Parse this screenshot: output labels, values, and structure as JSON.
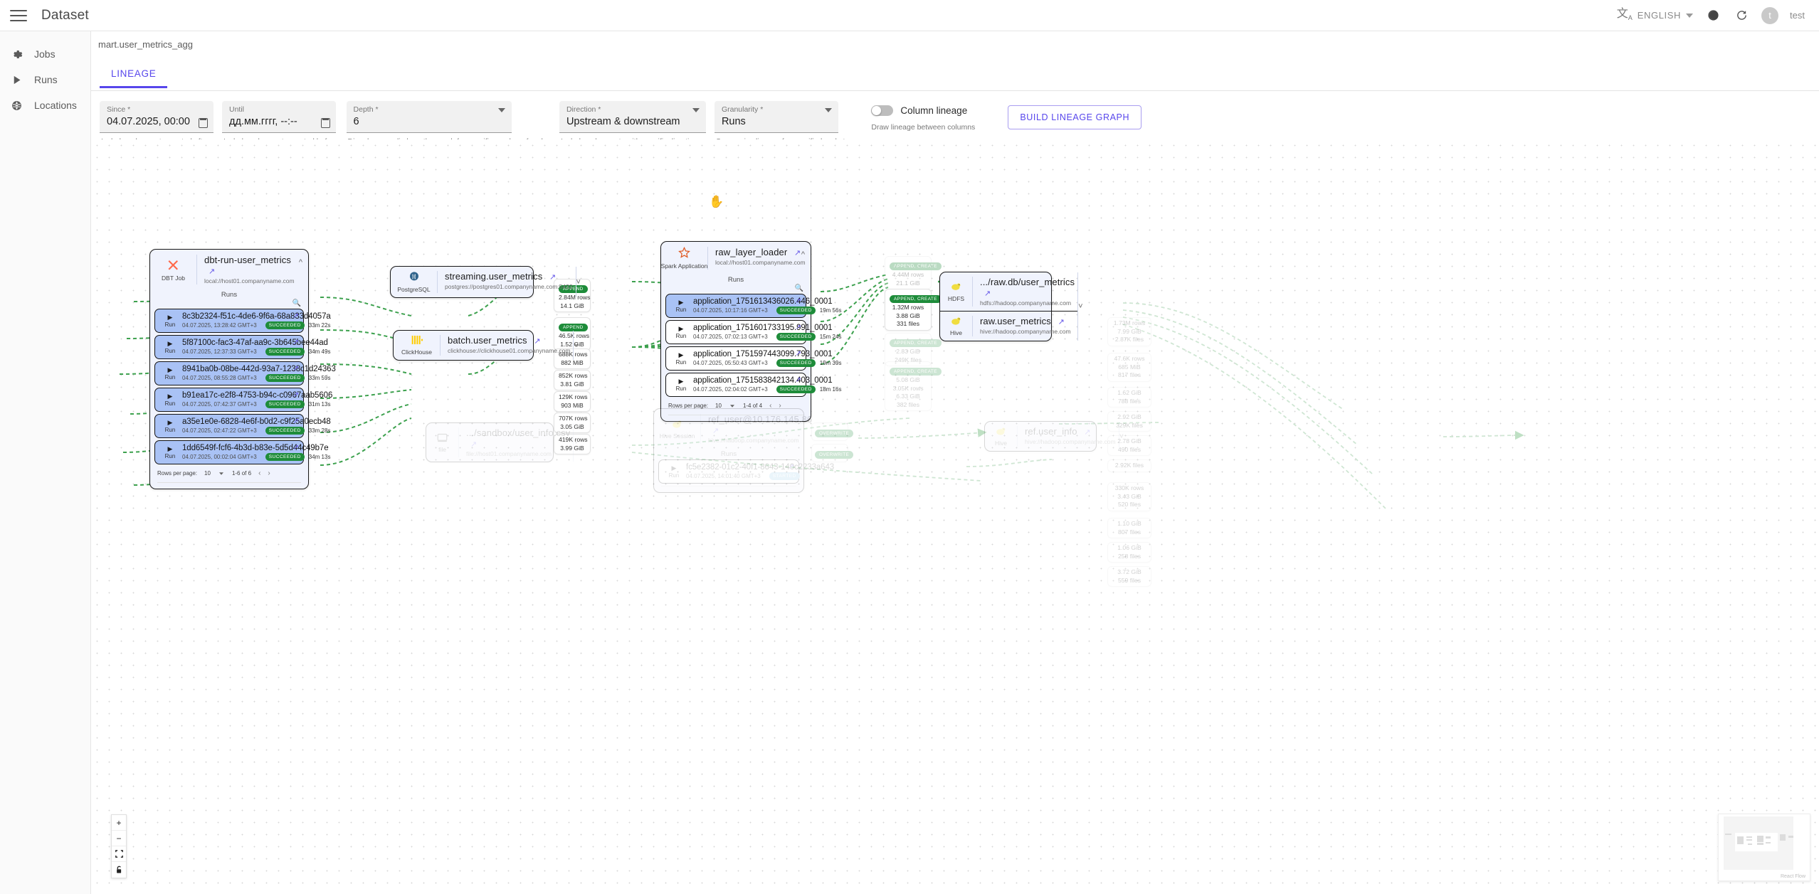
{
  "topbar": {
    "app_title": "Dataset",
    "menu_icon": "hamburger-icon",
    "language": "ENGLISH",
    "translate_icon": "translate-icon",
    "theme_icon": "dark-mode-icon",
    "refresh_icon": "refresh-icon",
    "avatar_letter": "t",
    "user_name": "test"
  },
  "sidebar": {
    "items": [
      {
        "label": "Jobs",
        "icon": "gear-icon"
      },
      {
        "label": "Runs",
        "icon": "play-icon"
      },
      {
        "label": "Locations",
        "icon": "globe-icon"
      }
    ]
  },
  "header": {
    "breadcrumb": "mart.user_metrics_agg",
    "tabs": [
      {
        "label": "LINEAGE",
        "active": true
      }
    ],
    "accent": "#5746ec"
  },
  "toolbar": {
    "since": {
      "label": "Since *",
      "value": "04.07.2025, 00:00",
      "help": "Include only events created after",
      "icon": "calendar-icon"
    },
    "until": {
      "label": "Until",
      "value": "дд.мм.гггг, --:--",
      "help": "Include only events created before",
      "icon": "calendar-icon"
    },
    "depth": {
      "label": "Depth *",
      "value": "6",
      "help": "Dive down or climb up the graph for specific number of nodes"
    },
    "direction": {
      "label": "Direction *",
      "value": "Upstream & downstream",
      "help": "Include only events with specific direction"
    },
    "granularity": {
      "label": "Granularity *",
      "value": "Runs",
      "help": "Summarize lineage for specified node type"
    },
    "column_lineage": {
      "label": "Column lineage",
      "help": "Draw lineage between columns",
      "enabled": false
    },
    "build_button": "BUILD LINEAGE GRAPH"
  },
  "graph": {
    "runs_heading": "Runs",
    "rows_per_page_label": "Rows per page:",
    "nodes": {
      "dbt_job": {
        "kind": "DBT Job",
        "icon": "dbt-icon",
        "title": "dbt-run-user_metrics",
        "namespace": "local://host01.companyname.com",
        "pager": {
          "rows_per_page": "10",
          "range": "1-6 of 6"
        },
        "runs": [
          {
            "id": "8c3b2324-f51c-4de6-9f6a-68a833d4057a",
            "ts": "04.07.2025, 13:28:42 GMT+3",
            "status": "SUCCEEDED",
            "duration": "33m 22s",
            "selected": true
          },
          {
            "id": "5f87100c-fac3-47af-aa9c-3b645bee44ad",
            "ts": "04.07.2025, 12:37:33 GMT+3",
            "status": "SUCCEEDED",
            "duration": "34m 49s",
            "selected": true
          },
          {
            "id": "8941ba0b-08be-442d-93a7-1238c1d24363",
            "ts": "04.07.2025, 08:55:28 GMT+3",
            "status": "SUCCEEDED",
            "duration": "33m 59s",
            "selected": true
          },
          {
            "id": "b91ea17c-e2f8-4753-b94c-c0967aab5606",
            "ts": "04.07.2025, 07:42:37 GMT+3",
            "status": "SUCCEEDED",
            "duration": "31m 13s",
            "selected": true
          },
          {
            "id": "a35e1e0e-6828-4e6f-b0d2-c9f25a0ecb48",
            "ts": "04.07.2025, 02:47:22 GMT+3",
            "status": "SUCCEEDED",
            "duration": "33m 28s",
            "selected": true
          },
          {
            "id": "1dd6549f-fcf6-4b3d-b83e-5d5d44c49b7e",
            "ts": "04.07.2025, 00:02:04 GMT+3",
            "status": "SUCCEEDED",
            "duration": "34m 13s",
            "selected": true
          }
        ]
      },
      "streaming_user_metrics": {
        "kind": "PostgreSQL",
        "icon": "postgresql-icon",
        "title": "streaming.user_metrics",
        "namespace": "postgres://postgres01.companyname.com:5432"
      },
      "batch_user_metrics": {
        "kind": "ClickHouse",
        "icon": "clickhouse-icon",
        "title": "batch.user_metrics",
        "namespace": "clickhouse://clickhouse01.companyname.com"
      },
      "raw_layer_loader": {
        "kind": "Spark Application",
        "icon": "spark-icon",
        "title": "raw_layer_loader",
        "namespace": "local://host01.companyname.com",
        "pager": {
          "rows_per_page": "10",
          "range": "1-4 of 4"
        },
        "runs": [
          {
            "id": "application_1751613436026.446_0001",
            "ts": "04.07.2025, 10:17:16 GMT+3",
            "status": "SUCCEEDED",
            "duration": "19m 56s",
            "selected": true
          },
          {
            "id": "application_1751601733195.991_0001",
            "ts": "04.07.2025, 07:02:13 GMT+3",
            "status": "SUCCEEDED",
            "duration": "15m 24s",
            "selected": false
          },
          {
            "id": "application_1751597443099.793_0001",
            "ts": "04.07.2025, 05:50:43 GMT+3",
            "status": "SUCCEEDED",
            "duration": "19m 39s",
            "selected": false
          },
          {
            "id": "application_1751583842134.403_0001",
            "ts": "04.07.2025, 02:04:02 GMT+3",
            "status": "SUCCEEDED",
            "duration": "18m 16s",
            "selected": false
          }
        ]
      },
      "raw_db_stack": {
        "rows": [
          {
            "kind": "HDFS",
            "icon": "hdfs-icon",
            "title": ".../raw.db/user_metrics",
            "namespace": "hdfs://hadoop.companyname.com"
          },
          {
            "kind": "Hive",
            "icon": "hive-icon",
            "title": "raw.user_metrics",
            "namespace": "hive://hadoop.companyname.com"
          }
        ]
      },
      "sandbox_file": {
        "kind": "file",
        "icon": "file-icon",
        "title": ".../sandbox/user_info.csv",
        "namespace": "file://host01.companyname.com"
      },
      "hive_session": {
        "kind": "Hive Session",
        "icon": "hive-icon",
        "title": "ref_user@10.176.145.86",
        "namespace": "hive://hadoop.companyname.com",
        "runs": [
          {
            "id": "fc5e2382-01c2-40f1-8643-140c2233a643",
            "ts": "04.07.2025, 14:01:40 GMT+3",
            "status": "STARTED",
            "duration": ""
          }
        ]
      },
      "ref_user_info": {
        "kind": "Hive",
        "icon": "hive-icon",
        "title": "ref.user_info",
        "namespace": "hive://hadoop.companyname.com"
      }
    },
    "edge_labels_left": [
      {
        "badge": "APPEND",
        "lines": [
          "2.84M rows",
          "14.1 GiB"
        ],
        "dim": false
      },
      {
        "badge": "APPEND",
        "lines": [
          "46.5K rows",
          "1.52 GiB"
        ],
        "dim": false
      },
      {
        "badge": "",
        "lines": [
          "688K rows",
          "882 MiB"
        ],
        "dim": false
      },
      {
        "badge": "",
        "lines": [
          "852K rows",
          "3.81 GiB"
        ],
        "dim": false
      },
      {
        "badge": "",
        "lines": [
          "129K rows",
          "903 MiB"
        ],
        "dim": false
      },
      {
        "badge": "",
        "lines": [
          "707K rows",
          "3.05 GiB"
        ],
        "dim": false
      },
      {
        "badge": "",
        "lines": [
          "419K rows",
          "3.99 GiB"
        ],
        "dim": false
      }
    ],
    "edge_labels_right": [
      {
        "badge": "APPEND, CREATE",
        "lines": [
          "4.44M rows",
          "21.1 GiB"
        ],
        "dim": true
      },
      {
        "badge": "APPEND, CREATE",
        "lines": [
          "1.32M rows",
          "3.88 GiB",
          "331 files"
        ],
        "dim": false
      },
      {
        "badge": "APPEND, CREATE",
        "lines": [
          "2.83 GiB",
          "249K files"
        ],
        "dim": true
      },
      {
        "badge": "APPEND, CREATE",
        "lines": [
          "5.08 GiB",
          "3.05K rows",
          "6.33 GiB",
          "382 files"
        ],
        "dim": true
      }
    ],
    "edge_labels_far": [
      {
        "lines": [
          "1.73M rows",
          "7.99 GiB",
          "2.87K files"
        ]
      },
      {
        "lines": [
          "47.6K rows",
          "685 MiB",
          "817 files"
        ]
      },
      {
        "lines": [
          "1.62 GiB",
          "788 files"
        ]
      },
      {
        "lines": [
          "2.92 GiB",
          "329K files"
        ]
      },
      {
        "lines": [
          "2.78 GiB",
          "490 files"
        ]
      },
      {
        "lines": [
          "2.92K files"
        ]
      },
      {
        "lines": [
          "330K rows",
          "3.43 GiB",
          "520 files"
        ]
      },
      {
        "lines": [
          "1.10 GiB",
          "807 files"
        ]
      },
      {
        "lines": [
          "1.06 GiB",
          "258 files"
        ]
      },
      {
        "lines": [
          "3.72 GiB",
          "559 files"
        ]
      }
    ],
    "overwrite_badges": [
      "OVERWRITE",
      "OVERWRITE"
    ]
  },
  "controls": {
    "zoom_in": "plus-icon",
    "zoom_out": "minus-icon",
    "fit_view": "fit-view-icon",
    "lock": "lock-icon",
    "minimap_credit": "React Flow"
  }
}
